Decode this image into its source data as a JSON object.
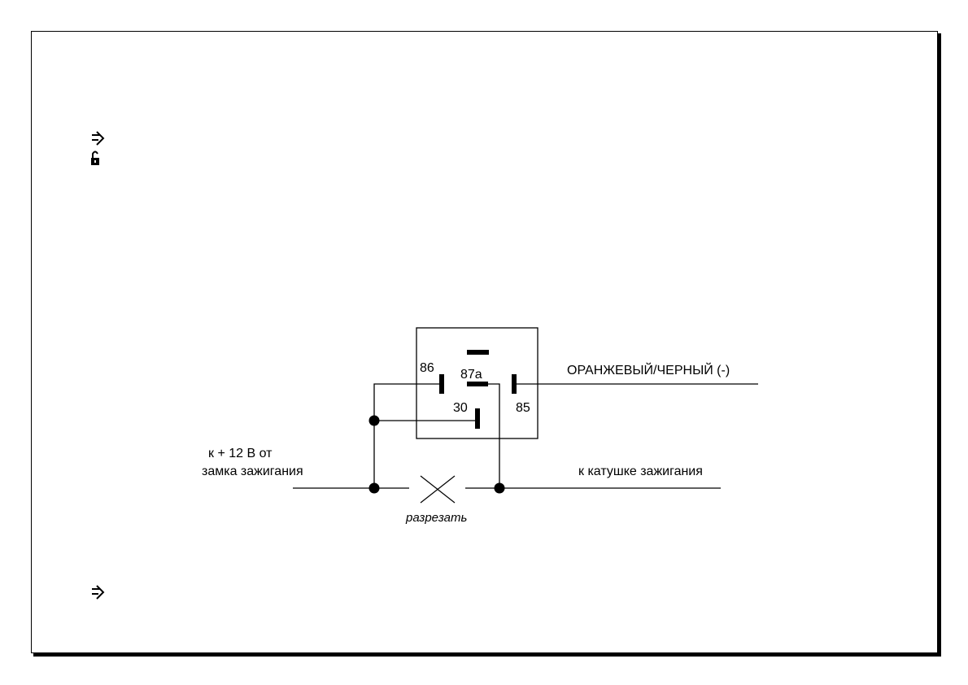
{
  "diagram": {
    "relay": {
      "pin_86": "86",
      "pin_87a": "87a",
      "pin_30": "30",
      "pin_85": "85"
    },
    "wire_orange_black": "ОРАНЖЕВЫЙ/ЧЕРНЫЙ (-)",
    "ignition_source_line1": "к + 12 В от",
    "ignition_source_line2": "замка зажигания",
    "to_ignition_coil": "к катушке зажигания",
    "cut_label": "разрезать"
  },
  "icons": [
    "unlock-icon",
    "horn-icon",
    "horn-icon"
  ]
}
